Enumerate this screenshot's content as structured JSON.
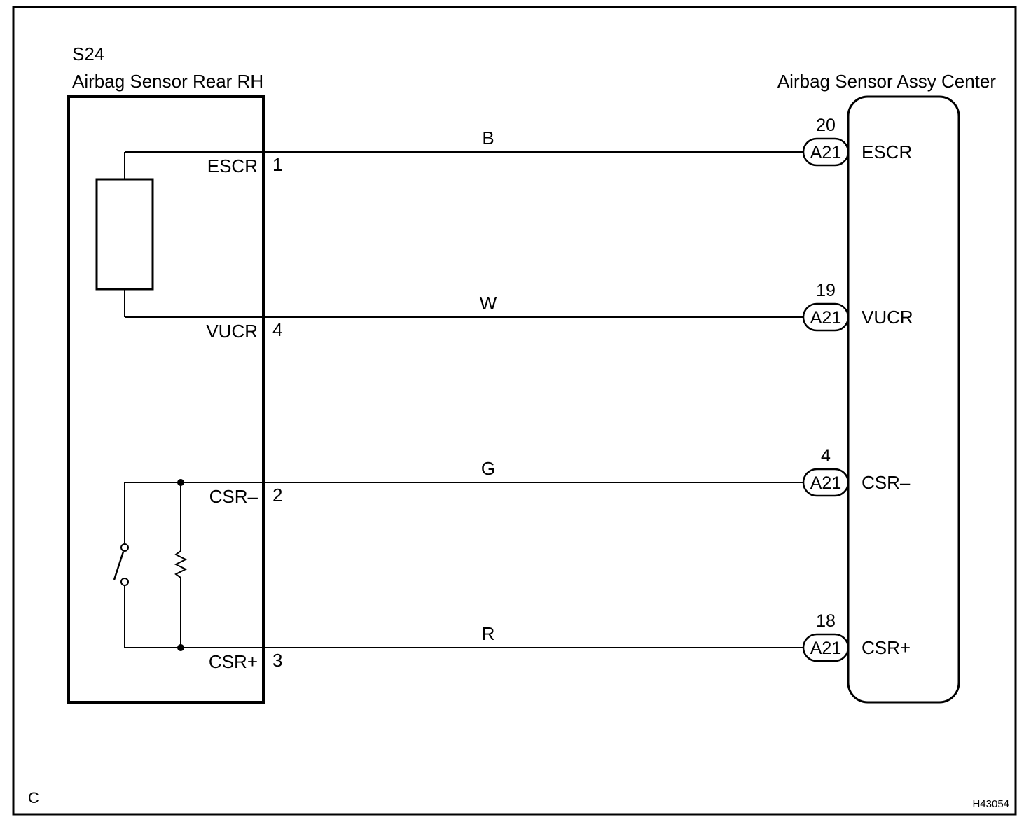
{
  "left_component": {
    "id": "S24",
    "name": "Airbag Sensor Rear RH"
  },
  "right_component": {
    "name": "Airbag Sensor Assy Center"
  },
  "connections": [
    {
      "wire_color": "B",
      "left_terminal": "ESCR",
      "left_pin": "1",
      "connector": "A21",
      "right_pin": "20",
      "right_terminal": "ESCR"
    },
    {
      "wire_color": "W",
      "left_terminal": "VUCR",
      "left_pin": "4",
      "connector": "A21",
      "right_pin": "19",
      "right_terminal": "VUCR"
    },
    {
      "wire_color": "G",
      "left_terminal": "CSR–",
      "left_pin": "2",
      "connector": "A21",
      "right_pin": "4",
      "right_terminal": "CSR–"
    },
    {
      "wire_color": "R",
      "left_terminal": "CSR+",
      "left_pin": "3",
      "connector": "A21",
      "right_pin": "18",
      "right_terminal": "CSR+"
    }
  ],
  "corner_label": "C",
  "figure_id": "H43054"
}
